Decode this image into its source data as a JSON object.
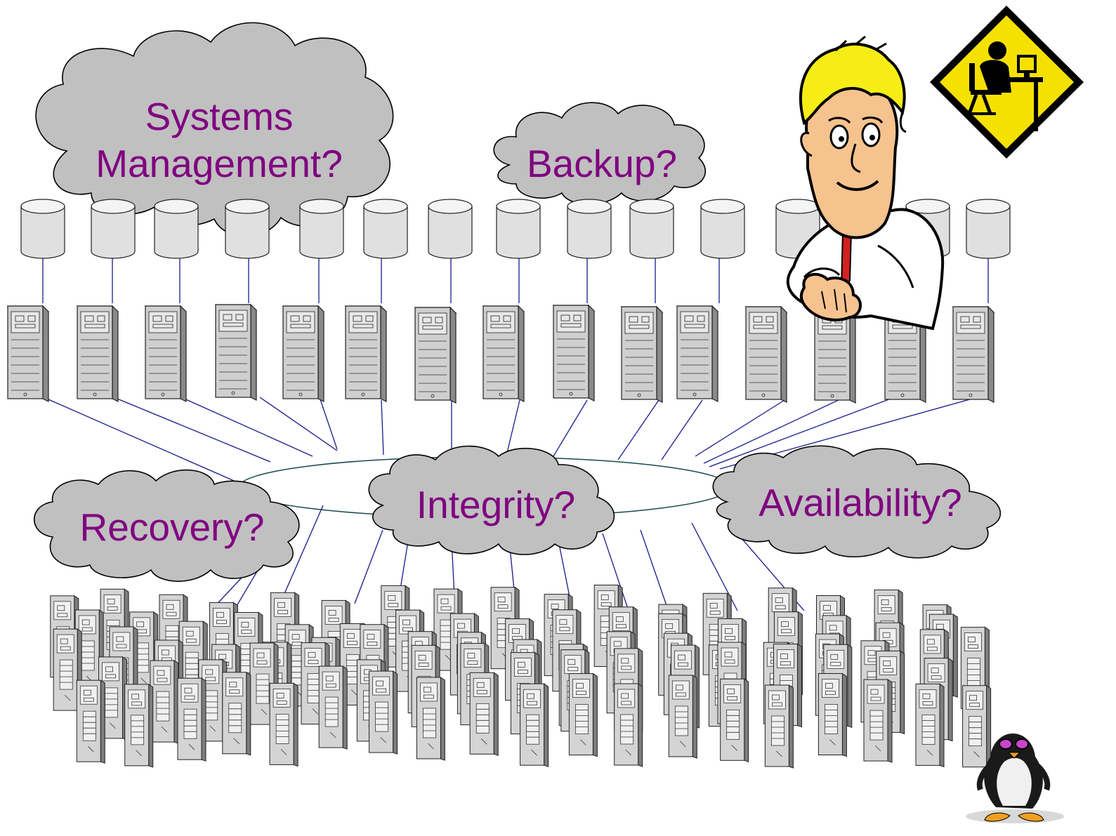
{
  "text_color": "#800080",
  "clouds": {
    "systems": {
      "line1": "Systems",
      "line2": "Management?"
    },
    "backup": {
      "label": "Backup?"
    },
    "recovery": {
      "label": "Recovery?"
    },
    "integrity": {
      "label": "Integrity?"
    },
    "availability": {
      "label": "Availability?"
    }
  },
  "icons": {
    "warning_sign": "warning-sign-worker-at-computer-icon",
    "person": "puzzled-man-clipart-icon",
    "penguin": "tux-penguin-icon",
    "disk": "disk-storage-cylinder-icon",
    "server": "tower-server-icon"
  },
  "colors": {
    "cloud_fill": "#c0c0c0",
    "link": "#1a1a8c",
    "ring": "#1a4a4a",
    "sign": "#f5e100"
  }
}
